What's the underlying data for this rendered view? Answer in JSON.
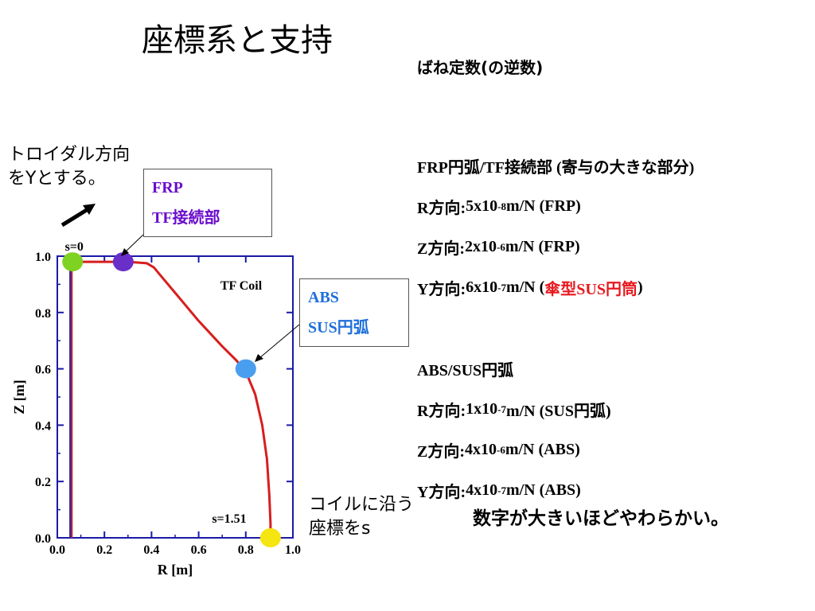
{
  "title": "座標系と支持",
  "toroidal_note": {
    "line1": "トロイダル方向",
    "line2": "をYとする。"
  },
  "callout_frp": {
    "line1": "FRP",
    "line2": "TF接続部",
    "color": "#6a0dcc"
  },
  "callout_abs": {
    "line1": "ABS",
    "line2": "SUS円弧",
    "color": "#1e6fd9"
  },
  "coil_coord_note": {
    "line1": "コイルに沿う",
    "line2": "座標をs"
  },
  "right_panel": {
    "heading": "ばね定数(の逆数)",
    "frp_heading": "FRP円弧/TF接続部 (寄与の大きな部分)",
    "frp_r": {
      "dir": "R方向:",
      "base": "5x10",
      "exp": "-8",
      "unit": " m/N (FRP)"
    },
    "frp_z": {
      "dir": "Z方向:",
      "base": "2x10",
      "exp": "-6",
      "unit": " m/N (FRP)"
    },
    "frp_y": {
      "dir": "Y方向:",
      "base": "6x10",
      "exp": "-7",
      "unit": " m/N (",
      "highlight": "傘型SUS円筒",
      "close": ")",
      "highlight_color": "#e8191f"
    },
    "abs_heading": "ABS/SUS円弧",
    "abs_r": {
      "dir": "R方向:",
      "base": "1x10",
      "exp": "-7",
      "unit": " m/N (SUS円弧)"
    },
    "abs_z": {
      "dir": "Z方向:",
      "base": "4x10",
      "exp": "-6",
      "unit": " m/N (ABS)"
    },
    "abs_y": {
      "dir": "Y方向:",
      "base": "4x10",
      "exp": "-7",
      "unit": " m/N (ABS)"
    },
    "note": "数字が大きいほどやわらかい。"
  },
  "chart_data": {
    "type": "line",
    "xlabel": "R [m]",
    "ylabel": "Z [m]",
    "xlim": [
      0.0,
      1.0
    ],
    "ylim": [
      0.0,
      1.0
    ],
    "x_ticks": [
      "0.0",
      "0.2",
      "0.4",
      "0.6",
      "0.8",
      "1.0"
    ],
    "y_ticks": [
      "0.0",
      "0.2",
      "0.4",
      "0.6",
      "0.8",
      "1.0"
    ],
    "grid": false,
    "annotation": "TF Coil",
    "series": [
      {
        "line_color": "#d81e1e",
        "x": [
          0.06,
          0.06,
          0.06,
          0.1,
          0.2,
          0.3,
          0.38,
          0.41,
          0.44,
          0.5,
          0.6,
          0.7,
          0.76,
          0.8,
          0.84,
          0.87,
          0.89,
          0.9,
          0.905,
          0.905
        ],
        "y": [
          0.0,
          0.5,
          0.98,
          0.98,
          0.98,
          0.98,
          0.975,
          0.96,
          0.93,
          0.87,
          0.77,
          0.68,
          0.63,
          0.59,
          0.51,
          0.4,
          0.28,
          0.15,
          0.05,
          0.0
        ]
      },
      {
        "line_color": "#3a2a9a",
        "x": [
          0.055,
          0.055
        ],
        "y": [
          0.0,
          0.98
        ]
      }
    ],
    "markers": [
      {
        "name": "s0",
        "x": 0.065,
        "y": 0.98,
        "color": "#7ed321",
        "label": "s=0"
      },
      {
        "name": "frp",
        "x": 0.28,
        "y": 0.98,
        "color": "#6a2fc8",
        "label": ""
      },
      {
        "name": "abs",
        "x": 0.8,
        "y": 0.6,
        "color": "#4a9ef0",
        "label": ""
      },
      {
        "name": "s-end",
        "x": 0.905,
        "y": 0.0,
        "color": "#f5e510",
        "label": "s=1.51"
      }
    ],
    "axis_color": "#1a1aa6"
  }
}
